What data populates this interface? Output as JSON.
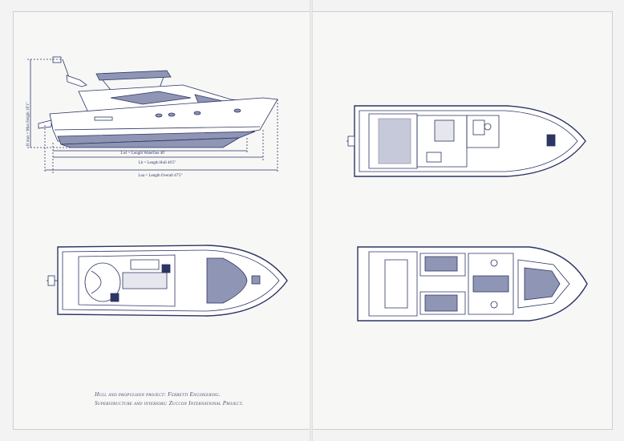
{
  "caption": {
    "line1": "Hull and propulsion project: Ferretti Engineering.",
    "line2": "Superstructure and interiors: Zuccon International Project."
  },
  "dimensions": {
    "lwl": "Lwl = Length Waterline 40'",
    "lh": "Lh = Length Hull 46'5\"",
    "loa": "Loa = Length Overall 47'5\"",
    "hmax": "H max = Max Height 18'1\""
  },
  "colors": {
    "line": "#2c3563",
    "fill": "#8f95b4",
    "paper": "#f7f7f6"
  }
}
